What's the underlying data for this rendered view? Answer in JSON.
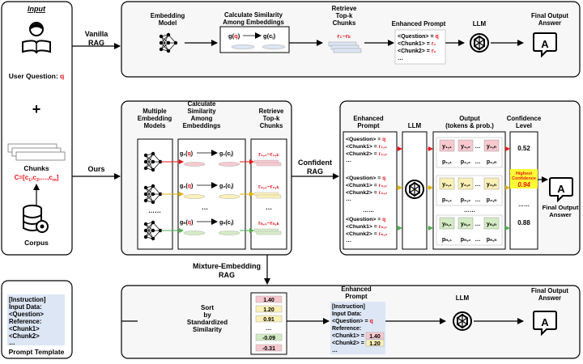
{
  "colors": {
    "red": "#e8141c",
    "chunk_blue": "#dce6f4",
    "prompt_bg": "#dde6f5",
    "pink": "#f7c9cf",
    "yellow": "#fbf0b6",
    "green": "#d4ecc5",
    "highlight": "#ffff33",
    "box_bg": "#f7f7f7"
  },
  "input": {
    "title": "Input",
    "user_question_label": "User Question: ",
    "q": "q",
    "plus": "+",
    "chunks_label": "Chunks",
    "chunks_formula_c": "C=[c",
    "chunks_sub_1": "1",
    "chunks_c2": ",c",
    "chunks_sub_2": "2",
    "chunks_dots": ",…,c",
    "chunks_sub_m": "m",
    "chunks_close": "]",
    "corpus_label": "Corpus"
  },
  "labels": {
    "vanilla_1": "Vanilla",
    "vanilla_2": "RAG",
    "ours": "Ours",
    "confident_1": "Confident",
    "confident_2": "RAG",
    "mixture_1": "Mixture-Embedding",
    "mixture_2": "RAG"
  },
  "vanilla": {
    "embedding_model_1": "Embedding",
    "embedding_model_2": "Model",
    "calc_sim_1": "Calculate Similarity",
    "calc_sim_2": "Among Embeddings",
    "g": "g(",
    "q": "q",
    "close": ")",
    "gc": "g(c",
    "i": "i",
    "retrieve_1": "Retrieve",
    "retrieve_2": "Top-k",
    "retrieve_3": "Chunks",
    "r_range": "r₁~rₖ",
    "enhanced_prompt": "Enhanced Prompt",
    "prompt_lines": [
      "<Question> = ",
      "<Chunk1> = ",
      "<Chunk2> = ",
      "…"
    ],
    "prompt_vals": [
      "q",
      "r₁",
      "r₂",
      ""
    ],
    "llm": "LLM",
    "final_1": "Final Output",
    "final_2": "Answer",
    "answer_letter": "A"
  },
  "ours": {
    "multi_1": "Multiple",
    "multi_2": "Embedding",
    "multi_3": "Models",
    "calc_1": "Calculate",
    "calc_2": "Similarity",
    "calc_3": "Among",
    "calc_4": "Embeddings",
    "retr_1": "Retrieve",
    "retr_2": "Top-k",
    "retr_3": "Chunks",
    "g_rows": [
      {
        "g": "g₁(",
        "gc": "g₁(c",
        "r": "r₁,₁~r₁,ₖ"
      },
      {
        "g": "g₂(",
        "gc": "g₂(c",
        "r": "r₂,₁~r₂,ₖ"
      },
      {
        "g": "gₙ(",
        "gc": "gₙ(c",
        "r": "rₙ,₁~rₙ,ₖ"
      }
    ],
    "dots": "……",
    "dots_mid": "…"
  },
  "confident": {
    "enhanced_1": "Enhanced",
    "enhanced_2": "Prompt",
    "llm": "LLM",
    "output_1": "Output",
    "output_2": "(tokens & prob.)",
    "conf_1": "Confidence",
    "conf_2": "Level",
    "prompt_blocks": [
      {
        "lines": [
          "<Question> = ",
          "<Chunk1> = ",
          "<Chunk2> = ",
          "…"
        ],
        "vals": [
          "q",
          "r₁,₁",
          "r₁,₂",
          ""
        ]
      },
      {
        "lines": [
          "<Question> = ",
          "<Chunk1> = ",
          "<Chunk2> = ",
          "…"
        ],
        "vals": [
          "q",
          "r₂,₁",
          "r₂,₂",
          ""
        ]
      },
      {
        "lines": [
          "<Question> = ",
          "<Chunk1> = ",
          "<Chunk2> = ",
          "…"
        ],
        "vals": [
          "q",
          "rₙ,₁",
          "rₙ,₂",
          ""
        ]
      }
    ],
    "token_rows": [
      {
        "y": [
          "y₁,₁",
          "y₁,₂",
          "…",
          "y₁,ₙ"
        ],
        "p": [
          "p₁,₁",
          "p₁,₂",
          "…",
          "p₁,ₙ"
        ]
      },
      {
        "y": [
          "y₂,₁",
          "y₂,₂",
          "…",
          "y₂,ₙ"
        ],
        "p": [
          "p₂,₁",
          "p₂,₂",
          "…",
          "p₂,ₙ"
        ]
      },
      {
        "y": [
          "yₙ,₁",
          "yₙ,₂",
          "…",
          "yₙ,ₙ"
        ],
        "p": [
          "pₙ,₁",
          "pₙ,₂",
          "…",
          "pₙ,ₙ"
        ]
      }
    ],
    "conf_values": [
      "0.52",
      "0.94",
      "……",
      "0.88"
    ],
    "highest_1": "Highest",
    "highest_2": "Confidence",
    "dots": "……",
    "final_1": "Final Output",
    "final_2": "Answer",
    "answer_letter": "A"
  },
  "mixture": {
    "sorted_values": [
      "1.40",
      "1.20",
      "0.91",
      "…",
      "-0.09",
      "-0.31"
    ],
    "sort_1": "Sort",
    "sort_2": "by",
    "sort_3": "Standardized",
    "sort_4": "Similarity",
    "enhanced_1": "Enhanced",
    "enhanced_2": "Prompt",
    "prompt_lines": [
      "[Instruction]",
      "Input Data:",
      "<Question> = ",
      "Reference:",
      "<Chunk1> = ",
      "<Chunk2> = ",
      "…"
    ],
    "prompt_q": "q",
    "chunk1_val": "1.40",
    "chunk2_val": "1.20",
    "llm": "LLM",
    "final_1": "Final Output",
    "final_2": "Answer",
    "answer_letter": "A"
  },
  "template": {
    "lines": [
      "[Instruction]",
      "Input Data:",
      "<Question>",
      "Reference:",
      "<Chunk1>",
      "<Chunk2>",
      "…"
    ],
    "caption": "Prompt Template"
  }
}
